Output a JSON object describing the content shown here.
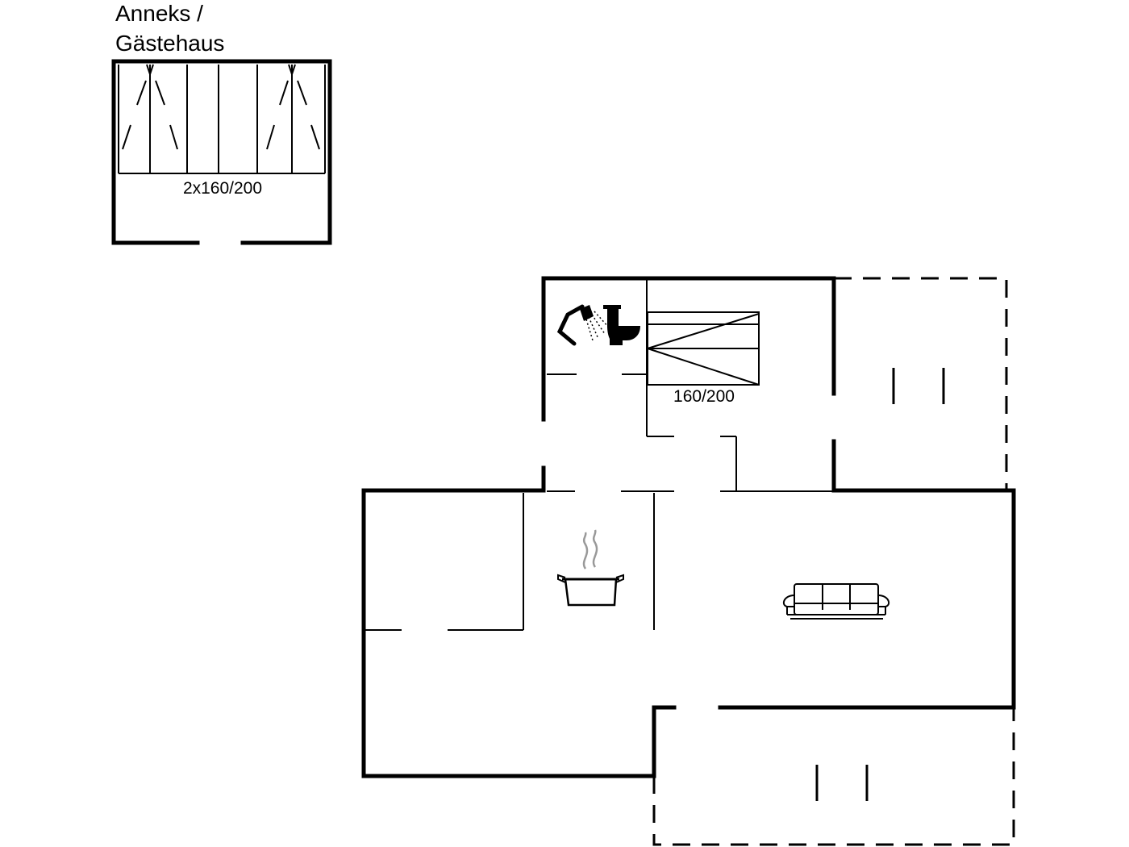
{
  "annex": {
    "title_line1": "Anneks /",
    "title_line2": "Gästehaus",
    "bed_label": "2x160/200"
  },
  "main_house": {
    "bed_label": "160/200"
  },
  "icons": [
    "shower-icon",
    "toilet-icon",
    "cooking-pot-icon",
    "sofa-icon",
    "bed-icon"
  ]
}
